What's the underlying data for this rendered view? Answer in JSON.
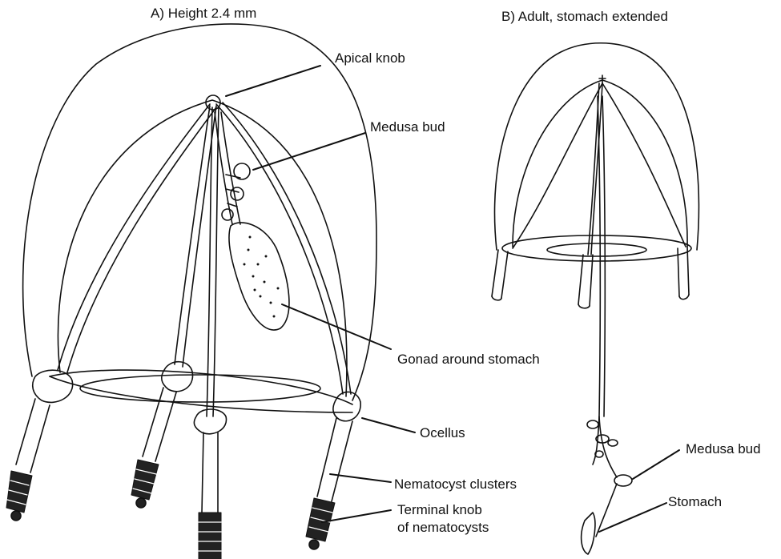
{
  "panel_a": {
    "title": "A) Height 2.4 mm",
    "labels": {
      "apical_knob": "Apical knob",
      "medusa_bud": "Medusa bud",
      "gonad": "Gonad around stomach",
      "ocellus": "Ocellus",
      "nematocyst_clusters": "Nematocyst clusters",
      "terminal_knob_line1": "Terminal knob",
      "terminal_knob_line2": "of nematocysts"
    }
  },
  "panel_b": {
    "title": "B) Adult, stomach extended",
    "labels": {
      "medusa_bud": "Medusa bud",
      "stomach": "Stomach"
    }
  },
  "colors": {
    "ink": "#111111",
    "background": "#ffffff"
  }
}
